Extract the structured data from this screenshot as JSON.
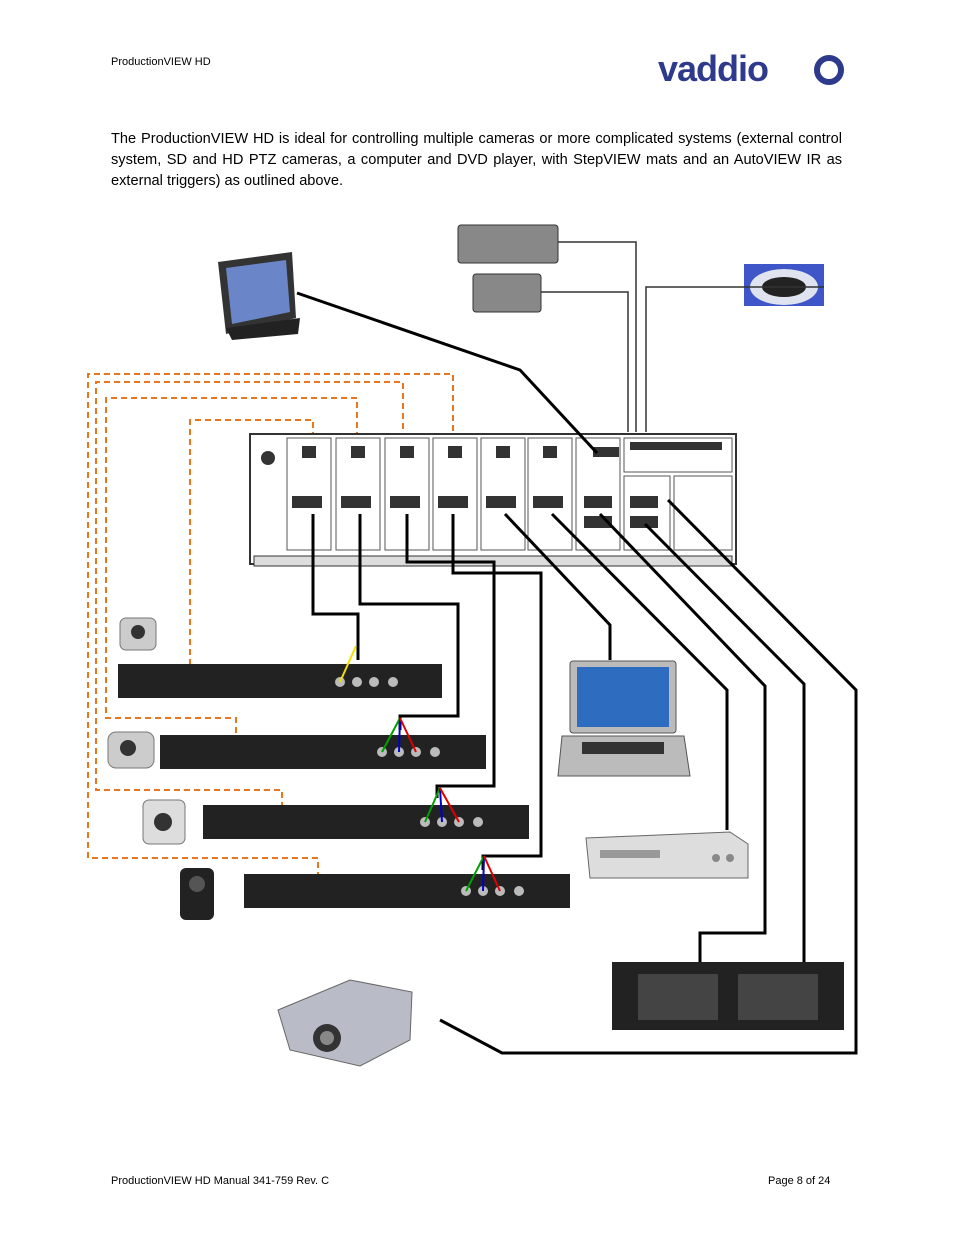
{
  "header": {
    "title": "ProductionVIEW HD",
    "logo": "vaddio"
  },
  "intro": "The ProductionVIEW HD is ideal for controlling multiple cameras or more complicated systems (external control system, SD and HD PTZ cameras, a computer and DVD player, with StepVIEW mats and an AutoVIEW IR as external triggers) as outlined above.",
  "footer": {
    "left": "ProductionVIEW HD Manual 341-759 Rev. C",
    "right": "Page 8 of 24"
  },
  "icons": [
    "touch-panel-icon",
    "stepview-mat-icon",
    "autoview-ir-icon",
    "ptz-camera-icon",
    "laptop-icon",
    "dvd-player-icon",
    "preview-monitor-icon",
    "projector-icon"
  ],
  "colors": {
    "control_line": "#e8761e",
    "video_line": "#000000",
    "y_wire": "#00a000",
    "pb_wire": "#0000d0",
    "pr_wire": "#e00000",
    "yc_wire": "#f0e000"
  }
}
